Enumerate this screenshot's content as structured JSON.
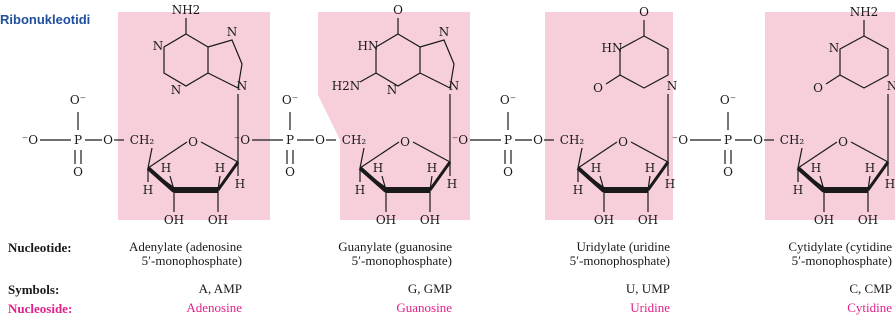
{
  "title": "Ribonukleotidi",
  "colors": {
    "base_highlight": "#f7cfdb",
    "nucleoside_text": "#e0218a",
    "title_text": "#1f4e9c"
  },
  "row_labels": {
    "nucleotide": "Nucleotide:",
    "symbols": "Symbols:",
    "nucleoside": "Nucleoside:"
  },
  "nucleotides": [
    {
      "base": "adenine",
      "name_line1": "Adenylate (adenosine",
      "name_line2": "5′-monophosphate)",
      "symbols": "A, AMP",
      "nucleoside": "Adenosine",
      "base_labels": [
        "NH2",
        "N",
        "N",
        "N",
        "N"
      ]
    },
    {
      "base": "guanine",
      "name_line1": "Guanylate (guanosine",
      "name_line2": "5′-monophosphate)",
      "symbols": "G, GMP",
      "nucleoside": "Guanosine",
      "base_labels": [
        "O",
        "HN",
        "N",
        "N",
        "N",
        "H2N"
      ]
    },
    {
      "base": "uracil",
      "name_line1": "Uridylate (uridine",
      "name_line2": "5′-monophosphate)",
      "symbols": "U, UMP",
      "nucleoside": "Uridine",
      "base_labels": [
        "O",
        "HN",
        "O",
        "N"
      ]
    },
    {
      "base": "cytosine",
      "name_line1": "Cytidylate (cytidine",
      "name_line2": "5′-monophosphate)",
      "symbols": "C, CMP",
      "nucleoside": "Cytidine",
      "base_labels": [
        "NH2",
        "N",
        "O",
        "N"
      ]
    }
  ],
  "phosphate_labels": [
    "O⁻",
    "⁻O",
    "P",
    "O",
    "O",
    "CH₂"
  ],
  "sugar_labels": [
    "O",
    "H",
    "H",
    "H",
    "H",
    "OH",
    "OH"
  ]
}
